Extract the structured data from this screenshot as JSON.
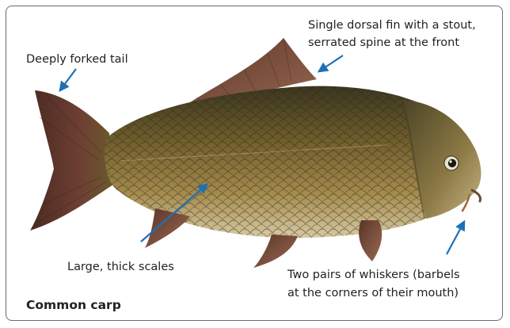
{
  "title": "Common carp",
  "annotations": {
    "tail": "Deeply forked tail",
    "dorsal_line1": "Single dorsal fin with a stout,",
    "dorsal_line2": "serrated spine at the front",
    "scales": "Large, thick scales",
    "barbels_line1": "Two pairs of whiskers (barbels",
    "barbels_line2": "at the corners of their mouth)"
  },
  "colors": {
    "arrow": "#1f6fb5",
    "border": "#6b6b6b",
    "body_dark": "#3e3a22",
    "body_mid": "#7a6a35",
    "body_light": "#c9b27a",
    "fin": "#7a4b3a"
  },
  "icons": {
    "illustration": "carp-fish-illustration",
    "pointer": "arrow-icon"
  }
}
